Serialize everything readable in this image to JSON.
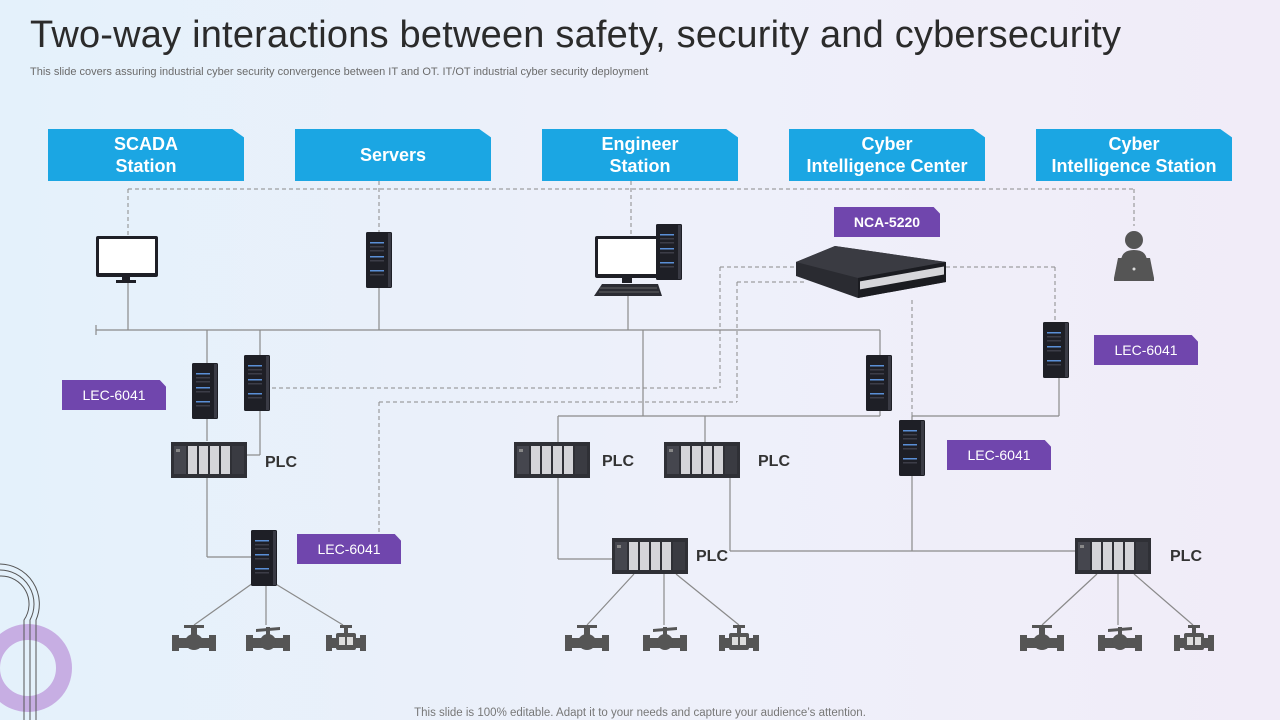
{
  "title": "Two-way interactions between safety, security and cybersecurity",
  "subtitle": "This slide covers assuring industrial cyber security convergence between IT and OT.   IT/OT  industrial cyber security deployment",
  "footer": "This slide is 100% editable. Adapt it to your needs and capture your audience’s attention.",
  "headers": [
    {
      "label": "SCADA\nStation"
    },
    {
      "label": "Servers"
    },
    {
      "label": "Engineer\nStation"
    },
    {
      "label": "Cyber\nIntelligence Center"
    },
    {
      "label": "Cyber\nIntelligence Station"
    }
  ],
  "device_tags": {
    "nca": "NCA-5220",
    "lec_left": "LEC-6041",
    "lec_right_top": "LEC-6041",
    "lec_right_mid": "LEC-6041",
    "lec_bottom": "LEC-6041"
  },
  "plc_labels": [
    "PLC",
    "PLC",
    "PLC",
    "PLC",
    "PLC"
  ],
  "colors": {
    "header_blue": "#1ba6e3",
    "tag_purple": "#7046ad",
    "device_dark": "#1e1f26",
    "valve_gray": "#555555",
    "decor_purple": "#c7aee3"
  }
}
